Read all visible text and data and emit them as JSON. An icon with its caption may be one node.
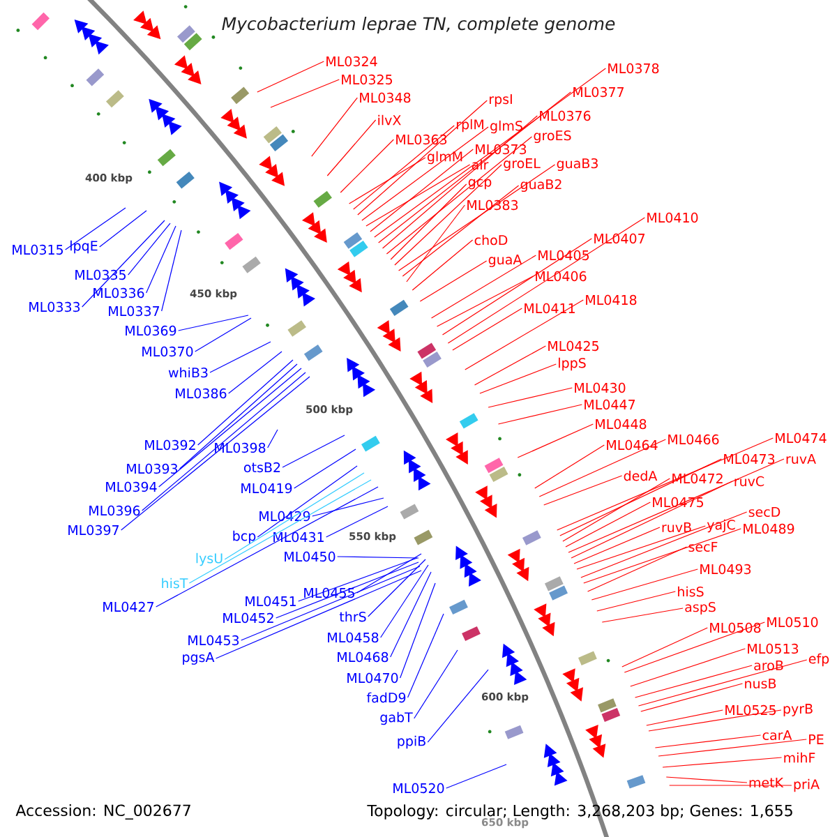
{
  "diagram": {
    "title": "Mycobacterium leprae TN, complete genome",
    "nodes": [
      {
        "text": [
          "ML0324"
        ]
      },
      {
        "text": [
          "ML0325"
        ]
      },
      {
        "text": [
          "ML0348"
        ]
      },
      {
        "text": [
          "ilvX"
        ]
      },
      {
        "text": [
          "ML0363"
        ]
      },
      {
        "text": [
          "rpsI"
        ]
      },
      {
        "text": [
          "rplM"
        ]
      },
      {
        "text": [
          "glmS"
        ]
      },
      {
        "text": [
          "ML0376"
        ]
      },
      {
        "text": [
          "ML0377"
        ]
      },
      {
        "text": [
          "ML0378"
        ]
      },
      {
        "text": [
          "groES"
        ]
      },
      {
        "text": [
          "glmM"
        ]
      },
      {
        "text": [
          "ML0373"
        ]
      },
      {
        "text": [
          "alr"
        ]
      },
      {
        "text": [
          "groEL"
        ]
      },
      {
        "text": [
          "guaB3"
        ]
      },
      {
        "text": [
          "gcp"
        ]
      },
      {
        "text": [
          "guaB2"
        ]
      },
      {
        "text": [
          "ML0383"
        ]
      },
      {
        "text": [
          "choD"
        ]
      },
      {
        "text": [
          "guaA"
        ]
      },
      {
        "text": [
          "ML0405"
        ]
      },
      {
        "text": [
          "ML0406"
        ]
      },
      {
        "text": [
          "ML0407"
        ]
      },
      {
        "text": [
          "ML0410"
        ]
      },
      {
        "text": [
          "ML0411"
        ]
      },
      {
        "text": [
          "ML0418"
        ]
      },
      {
        "text": [
          "ML0425"
        ]
      },
      {
        "text": [
          "lppS"
        ]
      },
      {
        "text": [
          "ML0430"
        ]
      },
      {
        "text": [
          "ML0447"
        ]
      },
      {
        "text": [
          "ML0448"
        ]
      },
      {
        "text": [
          "ML0464"
        ]
      },
      {
        "text": [
          "ML0466"
        ]
      },
      {
        "text": [
          "dedA"
        ]
      },
      {
        "text": [
          "ML0474"
        ]
      },
      {
        "text": [
          "ML0473"
        ]
      },
      {
        "text": [
          "ruvA"
        ]
      },
      {
        "text": [
          "ML0472"
        ]
      },
      {
        "text": [
          "ruvC"
        ]
      },
      {
        "text": [
          "ML0475"
        ]
      },
      {
        "text": [
          "ruvB"
        ]
      },
      {
        "text": [
          "yajC"
        ]
      },
      {
        "text": [
          "secD"
        ]
      },
      {
        "text": [
          "ML0489"
        ]
      },
      {
        "text": [
          "secF"
        ]
      },
      {
        "text": [
          "ML0493"
        ]
      },
      {
        "text": [
          "hisS"
        ]
      },
      {
        "text": [
          "aspS"
        ]
      },
      {
        "text": [
          "ML0508"
        ]
      },
      {
        "text": [
          "ML0510"
        ]
      },
      {
        "text": [
          "ML0513"
        ]
      },
      {
        "text": [
          "aroB"
        ]
      },
      {
        "text": [
          "efp"
        ]
      },
      {
        "text": [
          "nusB"
        ]
      },
      {
        "text": [
          "ML0525"
        ]
      },
      {
        "text": [
          "pyrB"
        ]
      },
      {
        "text": [
          "carA"
        ]
      },
      {
        "text": [
          "PE"
        ]
      },
      {
        "text": [
          "mihF"
        ]
      },
      {
        "text": [
          "metK"
        ]
      },
      {
        "text": [
          "priA"
        ]
      },
      {
        "text": [
          "ML0315"
        ]
      },
      {
        "text": [
          "lpqE"
        ]
      },
      {
        "text": [
          "ML0335"
        ]
      },
      {
        "text": [
          "ML0336"
        ]
      },
      {
        "text": [
          "ML0333"
        ]
      },
      {
        "text": [
          "ML0337"
        ]
      },
      {
        "text": [
          "ML0369"
        ]
      },
      {
        "text": [
          "ML0370"
        ]
      },
      {
        "text": [
          "whiB3"
        ]
      },
      {
        "text": [
          "ML0386"
        ]
      },
      {
        "text": [
          "ML0392"
        ]
      },
      {
        "text": [
          "ML0393"
        ]
      },
      {
        "text": [
          "ML0394"
        ]
      },
      {
        "text": [
          "ML0396"
        ]
      },
      {
        "text": [
          "ML0397"
        ]
      },
      {
        "text": [
          "ML0398"
        ]
      },
      {
        "text": [
          "otsB2"
        ]
      },
      {
        "text": [
          "ML0419"
        ]
      },
      {
        "text": [
          "ML0429"
        ]
      },
      {
        "text": [
          "bcp"
        ]
      },
      {
        "text": [
          "ML0431"
        ]
      },
      {
        "text": [
          "lysU"
        ]
      },
      {
        "text": [
          "ML0450"
        ]
      },
      {
        "text": [
          "hisT"
        ]
      },
      {
        "text": [
          "ML0427"
        ]
      },
      {
        "text": [
          "ML0451"
        ]
      },
      {
        "text": [
          "ML0455"
        ]
      },
      {
        "text": [
          "ML0452"
        ]
      },
      {
        "text": [
          "thrS"
        ]
      },
      {
        "text": [
          "ML0453"
        ]
      },
      {
        "text": [
          "ML0458"
        ]
      },
      {
        "text": [
          "pgsA"
        ]
      },
      {
        "text": [
          "ML0468"
        ]
      },
      {
        "text": [
          "ML0470"
        ]
      },
      {
        "text": [
          "fadD9"
        ]
      },
      {
        "text": [
          "gabT"
        ]
      },
      {
        "text": [
          "ppiB"
        ]
      },
      {
        "text": [
          "ML0520"
        ]
      }
    ],
    "edges": [
      {
        "from": 0,
        "to": null,
        "arrow": "none",
        "color": "#ff0000"
      },
      {
        "from": 1,
        "to": null,
        "arrow": "none",
        "color": "#ff0000"
      },
      {
        "from": 2,
        "to": null,
        "arrow": "none",
        "color": "#ff0000"
      },
      {
        "from": 3,
        "to": null,
        "arrow": "none",
        "color": "#ff0000"
      },
      {
        "from": 4,
        "to": null,
        "arrow": "none",
        "color": "#ff0000"
      },
      {
        "from": 5,
        "to": null,
        "arrow": "none",
        "color": "#ff0000"
      },
      {
        "from": 6,
        "to": null,
        "arrow": "none",
        "color": "#ff0000"
      },
      {
        "from": 7,
        "to": null,
        "arrow": "none",
        "color": "#ff0000"
      },
      {
        "from": 8,
        "to": null,
        "arrow": "none",
        "color": "#ff0000"
      },
      {
        "from": 9,
        "to": null,
        "arrow": "none",
        "color": "#ff0000"
      },
      {
        "from": 10,
        "to": null,
        "arrow": "none",
        "color": "#ff0000"
      },
      {
        "from": 11,
        "to": null,
        "arrow": "none",
        "color": "#ff0000"
      },
      {
        "from": 12,
        "to": null,
        "arrow": "none",
        "color": "#ff0000"
      },
      {
        "from": 13,
        "to": null,
        "arrow": "none",
        "color": "#ff0000"
      },
      {
        "from": 14,
        "to": null,
        "arrow": "none",
        "color": "#ff0000"
      },
      {
        "from": 15,
        "to": null,
        "arrow": "none",
        "color": "#ff0000"
      },
      {
        "from": 16,
        "to": null,
        "arrow": "none",
        "color": "#ff0000"
      },
      {
        "from": 17,
        "to": null,
        "arrow": "none",
        "color": "#ff0000"
      },
      {
        "from": 18,
        "to": null,
        "arrow": "none",
        "color": "#ff0000"
      },
      {
        "from": 19,
        "to": null,
        "arrow": "none",
        "color": "#ff0000"
      },
      {
        "from": 20,
        "to": null,
        "arrow": "none",
        "color": "#ff0000"
      },
      {
        "from": 21,
        "to": null,
        "arrow": "none",
        "color": "#ff0000"
      },
      {
        "from": 22,
        "to": null,
        "arrow": "none",
        "color": "#ff0000"
      },
      {
        "from": 23,
        "to": null,
        "arrow": "none",
        "color": "#ff0000"
      },
      {
        "from": 24,
        "to": null,
        "arrow": "none",
        "color": "#ff0000"
      },
      {
        "from": 25,
        "to": null,
        "arrow": "none",
        "color": "#ff0000"
      },
      {
        "from": 26,
        "to": null,
        "arrow": "none",
        "color": "#ff0000"
      },
      {
        "from": 27,
        "to": null,
        "arrow": "none",
        "color": "#ff0000"
      },
      {
        "from": 28,
        "to": null,
        "arrow": "none",
        "color": "#ff0000"
      },
      {
        "from": 29,
        "to": null,
        "arrow": "none",
        "color": "#ff0000"
      },
      {
        "from": 30,
        "to": null,
        "arrow": "none",
        "color": "#ff0000"
      },
      {
        "from": 31,
        "to": null,
        "arrow": "none",
        "color": "#ff0000"
      },
      {
        "from": 32,
        "to": null,
        "arrow": "none",
        "color": "#ff0000"
      },
      {
        "from": 33,
        "to": null,
        "arrow": "none",
        "color": "#ff0000"
      },
      {
        "from": 34,
        "to": null,
        "arrow": "none",
        "color": "#ff0000"
      },
      {
        "from": 35,
        "to": null,
        "arrow": "none",
        "color": "#ff0000"
      },
      {
        "from": 36,
        "to": null,
        "arrow": "none",
        "color": "#ff0000"
      },
      {
        "from": 37,
        "to": null,
        "arrow": "none",
        "color": "#ff0000"
      },
      {
        "from": 38,
        "to": null,
        "arrow": "none",
        "color": "#ff0000"
      },
      {
        "from": 39,
        "to": null,
        "arrow": "none",
        "color": "#ff0000"
      },
      {
        "from": 40,
        "to": null,
        "arrow": "none",
        "color": "#ff0000"
      },
      {
        "from": 41,
        "to": null,
        "arrow": "none",
        "color": "#ff0000"
      },
      {
        "from": 42,
        "to": null,
        "arrow": "none",
        "color": "#ff0000"
      },
      {
        "from": 43,
        "to": null,
        "arrow": "none",
        "color": "#ff0000"
      },
      {
        "from": 44,
        "to": null,
        "arrow": "none",
        "color": "#ff0000"
      },
      {
        "from": 45,
        "to": null,
        "arrow": "none",
        "color": "#ff0000"
      },
      {
        "from": 46,
        "to": null,
        "arrow": "none",
        "color": "#ff0000"
      },
      {
        "from": 47,
        "to": null,
        "arrow": "none",
        "color": "#ff0000"
      },
      {
        "from": 48,
        "to": null,
        "arrow": "none",
        "color": "#ff0000"
      },
      {
        "from": 49,
        "to": null,
        "arrow": "none",
        "color": "#ff0000"
      },
      {
        "from": 50,
        "to": null,
        "arrow": "none",
        "color": "#ff0000"
      },
      {
        "from": 51,
        "to": null,
        "arrow": "none",
        "color": "#ff0000"
      },
      {
        "from": 52,
        "to": null,
        "arrow": "none",
        "color": "#ff0000"
      },
      {
        "from": 53,
        "to": null,
        "arrow": "none",
        "color": "#ff0000"
      },
      {
        "from": 54,
        "to": null,
        "arrow": "none",
        "color": "#ff0000"
      },
      {
        "from": 55,
        "to": null,
        "arrow": "none",
        "color": "#ff0000"
      },
      {
        "from": 56,
        "to": null,
        "arrow": "none",
        "color": "#ff0000"
      },
      {
        "from": 57,
        "to": null,
        "arrow": "none",
        "color": "#ff0000"
      },
      {
        "from": 58,
        "to": null,
        "arrow": "none",
        "color": "#ff0000"
      },
      {
        "from": 59,
        "to": null,
        "arrow": "none",
        "color": "#ff0000"
      },
      {
        "from": 60,
        "to": null,
        "arrow": "none",
        "color": "#ff0000"
      },
      {
        "from": 61,
        "to": null,
        "arrow": "none",
        "color": "#ff0000"
      },
      {
        "from": 62,
        "to": null,
        "arrow": "none",
        "color": "#ff0000"
      },
      {
        "from": 63,
        "to": null,
        "arrow": "none",
        "color": "#0000ff"
      },
      {
        "from": 64,
        "to": null,
        "arrow": "none",
        "color": "#0000ff"
      },
      {
        "from": 65,
        "to": null,
        "arrow": "none",
        "color": "#0000ff"
      },
      {
        "from": 66,
        "to": null,
        "arrow": "none",
        "color": "#0000ff"
      },
      {
        "from": 67,
        "to": null,
        "arrow": "none",
        "color": "#0000ff"
      },
      {
        "from": 68,
        "to": null,
        "arrow": "none",
        "color": "#0000ff"
      },
      {
        "from": 69,
        "to": null,
        "arrow": "none",
        "color": "#0000ff"
      },
      {
        "from": 70,
        "to": null,
        "arrow": "none",
        "color": "#0000ff"
      },
      {
        "from": 71,
        "to": null,
        "arrow": "none",
        "color": "#0000ff"
      },
      {
        "from": 72,
        "to": null,
        "arrow": "none",
        "color": "#0000ff"
      },
      {
        "from": 73,
        "to": null,
        "arrow": "none",
        "color": "#0000ff"
      },
      {
        "from": 74,
        "to": null,
        "arrow": "none",
        "color": "#0000ff"
      },
      {
        "from": 75,
        "to": null,
        "arrow": "none",
        "color": "#0000ff"
      },
      {
        "from": 76,
        "to": null,
        "arrow": "none",
        "color": "#0000ff"
      },
      {
        "from": 77,
        "to": null,
        "arrow": "none",
        "color": "#0000ff"
      },
      {
        "from": 78,
        "to": null,
        "arrow": "none",
        "color": "#0000ff"
      },
      {
        "from": 79,
        "to": null,
        "arrow": "none",
        "color": "#0000ff"
      },
      {
        "from": 80,
        "to": null,
        "arrow": "none",
        "color": "#0000ff"
      },
      {
        "from": 81,
        "to": null,
        "arrow": "none",
        "color": "#0000ff"
      },
      {
        "from": 82,
        "to": null,
        "arrow": "none",
        "color": "#0000ff"
      },
      {
        "from": 83,
        "to": null,
        "arrow": "none",
        "color": "#0000ff"
      },
      {
        "from": 84,
        "to": null,
        "arrow": "none",
        "color": "#33ccff"
      },
      {
        "from": 85,
        "to": null,
        "arrow": "none",
        "color": "#0000ff"
      },
      {
        "from": 86,
        "to": null,
        "arrow": "none",
        "color": "#33ccff"
      },
      {
        "from": 87,
        "to": null,
        "arrow": "none",
        "color": "#0000ff"
      },
      {
        "from": 88,
        "to": null,
        "arrow": "none",
        "color": "#0000ff"
      },
      {
        "from": 89,
        "to": null,
        "arrow": "none",
        "color": "#0000ff"
      },
      {
        "from": 90,
        "to": null,
        "arrow": "none",
        "color": "#0000ff"
      },
      {
        "from": 91,
        "to": null,
        "arrow": "none",
        "color": "#0000ff"
      },
      {
        "from": 92,
        "to": null,
        "arrow": "none",
        "color": "#0000ff"
      },
      {
        "from": 93,
        "to": null,
        "arrow": "none",
        "color": "#0000ff"
      },
      {
        "from": 94,
        "to": null,
        "arrow": "none",
        "color": "#0000ff"
      },
      {
        "from": 95,
        "to": null,
        "arrow": "none",
        "color": "#0000ff"
      },
      {
        "from": 96,
        "to": null,
        "arrow": "none",
        "color": "#0000ff"
      },
      {
        "from": 97,
        "to": null,
        "arrow": "none",
        "color": "#0000ff"
      },
      {
        "from": 98,
        "to": null,
        "arrow": "none",
        "color": "#0000ff"
      },
      {
        "from": 99,
        "to": null,
        "arrow": "none",
        "color": "#0000ff"
      },
      {
        "from": 100,
        "to": null,
        "arrow": "none",
        "color": "#0000ff"
      }
    ],
    "labels": [
      "400 kbp",
      "450 kbp",
      "500 kbp",
      "550 kbp",
      "600 kbp",
      "650 kbp",
      "Accession: NC_002677",
      "Topology: circular; Length: 3,268,203 bp; Genes: 1,655"
    ]
  }
}
